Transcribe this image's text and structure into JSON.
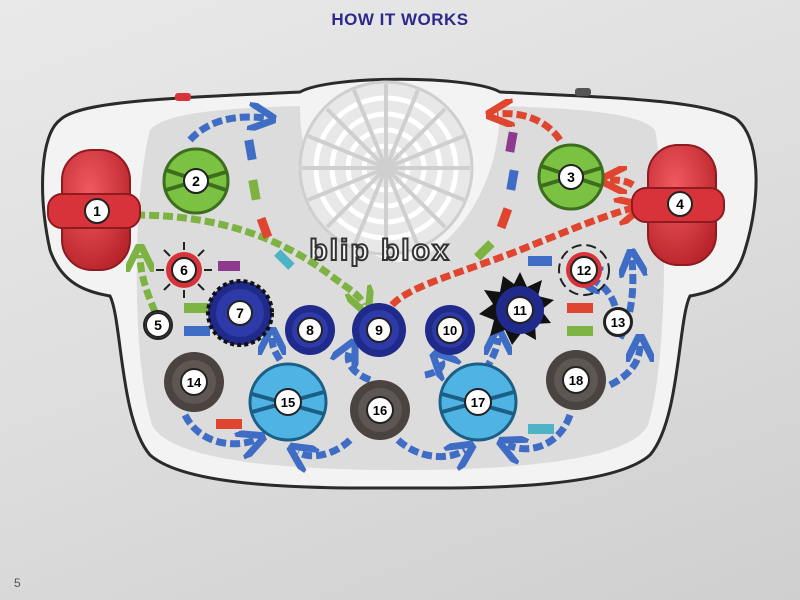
{
  "page": {
    "title": "HOW IT WORKS",
    "page_number": "5"
  },
  "device": {
    "logo_text": "blip blox"
  },
  "controls": [
    {
      "id": "1",
      "kind": "red-knob"
    },
    {
      "id": "2",
      "kind": "green-wheel"
    },
    {
      "id": "3",
      "kind": "green-wheel"
    },
    {
      "id": "4",
      "kind": "red-knob"
    },
    {
      "id": "5",
      "kind": "small-light"
    },
    {
      "id": "6",
      "kind": "red-light"
    },
    {
      "id": "7",
      "kind": "navy-gear-knob"
    },
    {
      "id": "8",
      "kind": "navy-button"
    },
    {
      "id": "9",
      "kind": "navy-button"
    },
    {
      "id": "10",
      "kind": "navy-button"
    },
    {
      "id": "11",
      "kind": "navy-star-knob"
    },
    {
      "id": "12",
      "kind": "red-light"
    },
    {
      "id": "13",
      "kind": "small-light"
    },
    {
      "id": "14",
      "kind": "gray-button"
    },
    {
      "id": "15",
      "kind": "blue-wheel"
    },
    {
      "id": "16",
      "kind": "gray-button"
    },
    {
      "id": "17",
      "kind": "blue-wheel"
    },
    {
      "id": "18",
      "kind": "gray-button"
    }
  ],
  "colors": {
    "title": "#2b2a8c",
    "device_shell": "#f3f3f3",
    "device_panel": "#dcdcdc",
    "red_knob": "#d8323a",
    "green_wheel": "#7cc242",
    "navy_button": "#1f2a8a",
    "blue_wheel": "#4fb3e3",
    "gray_button": "#4a4340",
    "arrow_green": "#7cb342",
    "arrow_red": "#e0452f",
    "arrow_blue": "#3f6cc4"
  }
}
